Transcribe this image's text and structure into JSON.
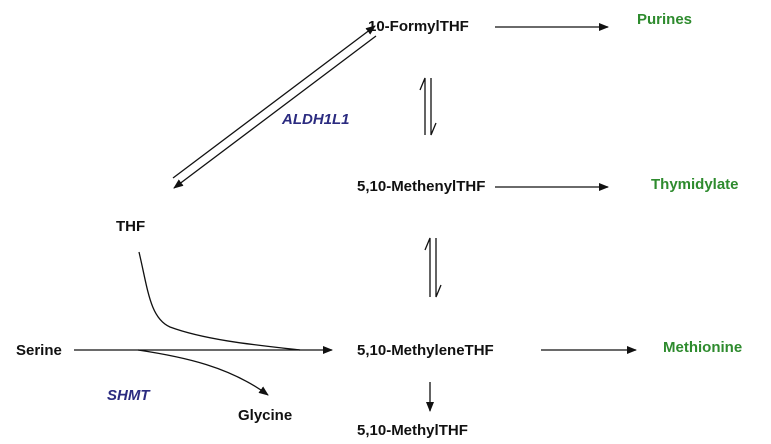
{
  "metabolites": {
    "formyl_thf": "10-FormylTHF",
    "methenyl_thf": "5,10-MethenylTHF",
    "methylene_thf": "5,10-MethyleneTHF",
    "methyl_thf": "5,10-MethylTHF",
    "thf": "THF",
    "serine": "Serine",
    "glycine": "Glycine"
  },
  "products": {
    "purines": "Purines",
    "thymidylate": "Thymidylate",
    "methionine": "Methionine"
  },
  "enzymes": {
    "aldh1l1": "ALDH1L1",
    "shmt": "SHMT"
  },
  "colors": {
    "metabolite": "#111111",
    "product": "#2e8b2e",
    "enzyme": "#2b2b80",
    "arrow": "#111111"
  }
}
